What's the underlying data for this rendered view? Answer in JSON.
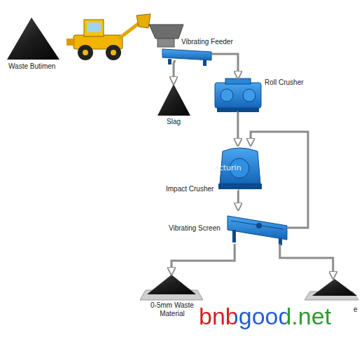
{
  "diagram": {
    "nodes": [
      {
        "text": [
          "Waste Butimen"
        ]
      },
      {
        "text": [
          "Vibrating Feeder"
        ]
      },
      {
        "text": [
          "Slag"
        ]
      },
      {
        "text": [
          "Roll Crusher"
        ]
      },
      {
        "text": [
          "Impact Crusher"
        ]
      },
      {
        "text": [
          "Vibrating Screen"
        ]
      },
      {
        "text": [
          "0-5mm Waste Material"
        ]
      },
      {
        "text": [
          "e"
        ]
      }
    ],
    "edges": [
      {
        "from": 1,
        "to": 2,
        "arrow": "to"
      },
      {
        "from": 1,
        "to": 3,
        "arrow": "to"
      },
      {
        "from": 3,
        "to": 4,
        "arrow": "to"
      },
      {
        "from": 4,
        "to": 5,
        "arrow": "to"
      },
      {
        "from": 5,
        "to": 4,
        "arrow": "to"
      },
      {
        "from": 5,
        "to": 6,
        "arrow": "to"
      },
      {
        "from": 5,
        "to": 7,
        "arrow": "to"
      }
    ],
    "labels": [
      "acturin",
      "bnbgood.net"
    ]
  }
}
